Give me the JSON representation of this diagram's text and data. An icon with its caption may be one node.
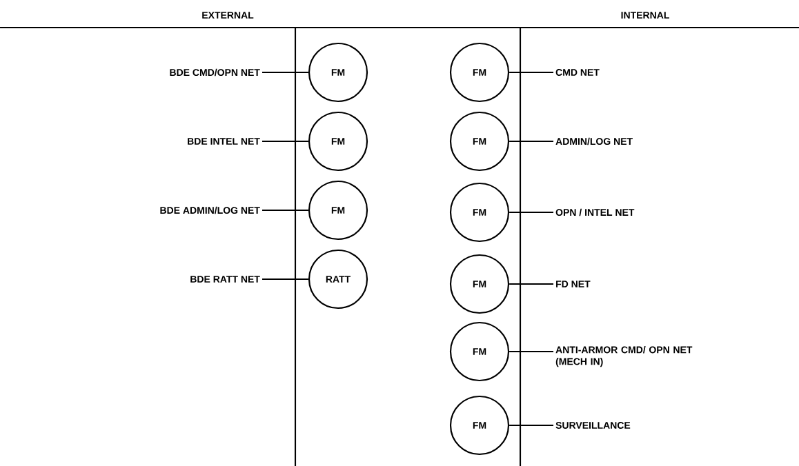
{
  "diagram": {
    "nodes": [
      {
        "text": [
          "BDE CMD/OPN NET"
        ]
      },
      {
        "text": [
          "FM"
        ]
      },
      {
        "text": [
          "BDE INTEL NET"
        ]
      },
      {
        "text": [
          "FM"
        ]
      },
      {
        "text": [
          "BDE ADMIN/LOG NET"
        ]
      },
      {
        "text": [
          "FM"
        ]
      },
      {
        "text": [
          "BDE RATT NET"
        ]
      },
      {
        "text": [
          "RATT"
        ]
      },
      {
        "text": [
          "FM"
        ]
      },
      {
        "text": [
          "CMD NET"
        ]
      },
      {
        "text": [
          "FM"
        ]
      },
      {
        "text": [
          "ADMIN/LOG NET"
        ]
      },
      {
        "text": [
          "FM"
        ]
      },
      {
        "text": [
          "OPN / INTEL NET"
        ]
      },
      {
        "text": [
          "FM"
        ]
      },
      {
        "text": [
          "FD NET"
        ]
      },
      {
        "text": [
          "FM"
        ]
      },
      {
        "text": [
          "ANTI-ARMOR CMD/ OPN NET (MECH IN)"
        ]
      },
      {
        "text": [
          "FM"
        ]
      },
      {
        "text": [
          "SURVEILLANCE"
        ]
      }
    ],
    "edges": [
      {
        "from": 0,
        "to": 1,
        "arrow": "none"
      },
      {
        "from": 2,
        "to": 3,
        "arrow": "none"
      },
      {
        "from": 4,
        "to": 5,
        "arrow": "none"
      },
      {
        "from": 6,
        "to": 7,
        "arrow": "none"
      },
      {
        "from": 8,
        "to": 9,
        "arrow": "none"
      },
      {
        "from": 10,
        "to": 11,
        "arrow": "none"
      },
      {
        "from": 12,
        "to": 13,
        "arrow": "none"
      },
      {
        "from": 14,
        "to": 15,
        "arrow": "none"
      },
      {
        "from": 16,
        "to": 17,
        "arrow": "none"
      },
      {
        "from": 18,
        "to": 19,
        "arrow": "none"
      }
    ],
    "labels": [
      "EXTERNAL",
      "INTERNAL"
    ]
  }
}
